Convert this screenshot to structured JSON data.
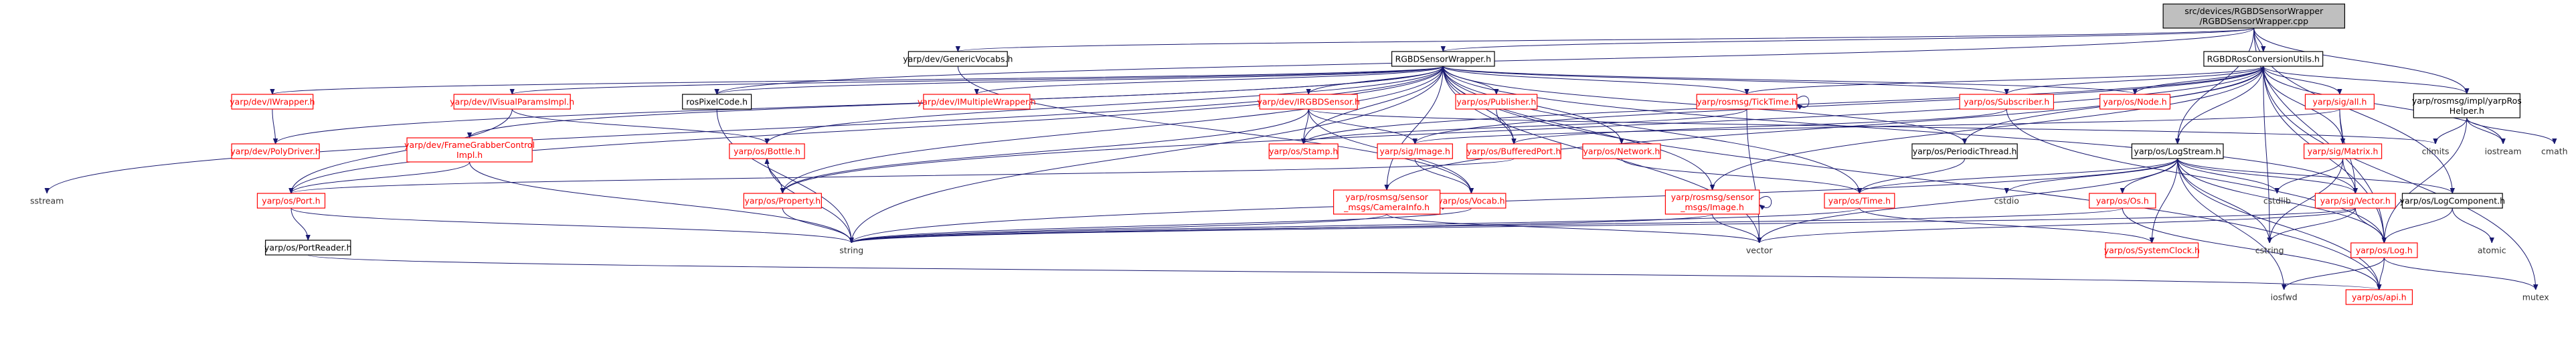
{
  "graph": {
    "root": "src/devices/RGBDSensorWrapper/RGBDSensorWrapper.cpp",
    "colors": {
      "edge": "#191970",
      "linked": "#000000",
      "unlinked": "#ff0000",
      "root_fill": "#bfbfbf"
    },
    "nodes": [
      {
        "id": "root",
        "lines": [
          "src/devices/RGBDSensorWrapper",
          "/RGBDSensorWrapper.cpp"
        ],
        "style": "root"
      },
      {
        "id": "gv",
        "lines": [
          "yarp/dev/GenericVocabs.h"
        ],
        "style": "plain"
      },
      {
        "id": "rsw",
        "lines": [
          "RGBDSensorWrapper.h"
        ],
        "style": "plain"
      },
      {
        "id": "rcu",
        "lines": [
          "RGBDRosConversionUtils.h"
        ],
        "style": "plain"
      },
      {
        "id": "iwrap",
        "lines": [
          "yarp/dev/IWrapper.h"
        ],
        "style": "red"
      },
      {
        "id": "ivis",
        "lines": [
          "yarp/dev/IVisualParamsImpl.h"
        ],
        "style": "red"
      },
      {
        "id": "rospix",
        "lines": [
          "rosPixelCode.h"
        ],
        "style": "plain"
      },
      {
        "id": "imw",
        "lines": [
          "yarp/dev/IMultipleWrapper.h"
        ],
        "style": "red"
      },
      {
        "id": "irgbd",
        "lines": [
          "yarp/dev/IRGBDSensor.h"
        ],
        "style": "red"
      },
      {
        "id": "pub",
        "lines": [
          "yarp/os/Publisher.h"
        ],
        "style": "red"
      },
      {
        "id": "tick",
        "lines": [
          "yarp/rosmsg/TickTime.h"
        ],
        "style": "red"
      },
      {
        "id": "sub",
        "lines": [
          "yarp/os/Subscriber.h"
        ],
        "style": "red"
      },
      {
        "id": "ynode",
        "lines": [
          "yarp/os/Node.h"
        ],
        "style": "red"
      },
      {
        "id": "sigall",
        "lines": [
          "yarp/sig/all.h"
        ],
        "style": "red"
      },
      {
        "id": "rhelp",
        "lines": [
          "yarp/rosmsg/impl/yarpRos",
          "Helper.h"
        ],
        "style": "plain"
      },
      {
        "id": "poly",
        "lines": [
          "yarp/dev/PolyDriver.h"
        ],
        "style": "red"
      },
      {
        "id": "fgc",
        "lines": [
          "yarp/dev/FrameGrabberControl",
          "Impl.h"
        ],
        "style": "red"
      },
      {
        "id": "bottle",
        "lines": [
          "yarp/os/Bottle.h"
        ],
        "style": "red"
      },
      {
        "id": "stamp",
        "lines": [
          "yarp/os/Stamp.h"
        ],
        "style": "red"
      },
      {
        "id": "sigimg",
        "lines": [
          "yarp/sig/Image.h"
        ],
        "style": "red"
      },
      {
        "id": "bport",
        "lines": [
          "yarp/os/BufferedPort.h"
        ],
        "style": "red"
      },
      {
        "id": "net",
        "lines": [
          "yarp/os/Network.h"
        ],
        "style": "red"
      },
      {
        "id": "pthread",
        "lines": [
          "yarp/os/PeriodicThread.h"
        ],
        "style": "plain"
      },
      {
        "id": "logstream",
        "lines": [
          "yarp/os/LogStream.h"
        ],
        "style": "plain"
      },
      {
        "id": "matrix",
        "lines": [
          "yarp/sig/Matrix.h"
        ],
        "style": "red"
      },
      {
        "id": "climits",
        "lines": [
          "climits"
        ],
        "style": "ext"
      },
      {
        "id": "iostream",
        "lines": [
          "iostream"
        ],
        "style": "ext"
      },
      {
        "id": "cmath",
        "lines": [
          "cmath"
        ],
        "style": "ext"
      },
      {
        "id": "sstream",
        "lines": [
          "sstream"
        ],
        "style": "ext"
      },
      {
        "id": "port",
        "lines": [
          "yarp/os/Port.h"
        ],
        "style": "red"
      },
      {
        "id": "prop",
        "lines": [
          "yarp/os/Property.h"
        ],
        "style": "red"
      },
      {
        "id": "vocab",
        "lines": [
          "yarp/os/Vocab.h"
        ],
        "style": "red"
      },
      {
        "id": "caminfo",
        "lines": [
          "yarp/rosmsg/sensor",
          "_msgs/CameraInfo.h"
        ],
        "style": "red"
      },
      {
        "id": "rimg",
        "lines": [
          "yarp/rosmsg/sensor",
          "_msgs/Image.h"
        ],
        "style": "red"
      },
      {
        "id": "ytime",
        "lines": [
          "yarp/os/Time.h"
        ],
        "style": "red"
      },
      {
        "id": "cstdio",
        "lines": [
          "cstdio"
        ],
        "style": "ext"
      },
      {
        "id": "yos",
        "lines": [
          "yarp/os/Os.h"
        ],
        "style": "red"
      },
      {
        "id": "cstdlib",
        "lines": [
          "cstdlib"
        ],
        "style": "ext"
      },
      {
        "id": "sigvec",
        "lines": [
          "yarp/sig/Vector.h"
        ],
        "style": "red"
      },
      {
        "id": "logcomp",
        "lines": [
          "yarp/os/LogComponent.h"
        ],
        "style": "plain"
      },
      {
        "id": "preader",
        "lines": [
          "yarp/os/PortReader.h"
        ],
        "style": "plain"
      },
      {
        "id": "string",
        "lines": [
          "string"
        ],
        "style": "ext"
      },
      {
        "id": "vector",
        "lines": [
          "vector"
        ],
        "style": "ext"
      },
      {
        "id": "sysclock",
        "lines": [
          "yarp/os/SystemClock.h"
        ],
        "style": "red"
      },
      {
        "id": "cstring",
        "lines": [
          "cstring"
        ],
        "style": "ext"
      },
      {
        "id": "ylog",
        "lines": [
          "yarp/os/Log.h"
        ],
        "style": "red"
      },
      {
        "id": "atomic",
        "lines": [
          "atomic"
        ],
        "style": "ext"
      },
      {
        "id": "mutex",
        "lines": [
          "mutex"
        ],
        "style": "ext"
      },
      {
        "id": "iosfwd",
        "lines": [
          "iosfwd"
        ],
        "style": "ext"
      },
      {
        "id": "api",
        "lines": [
          "yarp/os/api.h"
        ],
        "style": "red"
      }
    ],
    "edges": [
      [
        "root",
        "gv"
      ],
      [
        "root",
        "rsw"
      ],
      [
        "root",
        "rcu"
      ],
      [
        "root",
        "logstream"
      ],
      [
        "root",
        "ylog"
      ],
      [
        "root",
        "logcomp"
      ],
      [
        "root",
        "rhelp"
      ],
      [
        "root",
        "rospix"
      ],
      [
        "gv",
        "vocab"
      ],
      [
        "rsw",
        "iwrap"
      ],
      [
        "rsw",
        "ivis"
      ],
      [
        "rsw",
        "rospix"
      ],
      [
        "rsw",
        "imw"
      ],
      [
        "rsw",
        "irgbd"
      ],
      [
        "rsw",
        "pub"
      ],
      [
        "rsw",
        "tick"
      ],
      [
        "rsw",
        "sub"
      ],
      [
        "rsw",
        "ynode"
      ],
      [
        "rsw",
        "poly"
      ],
      [
        "rsw",
        "fgc"
      ],
      [
        "rsw",
        "bottle"
      ],
      [
        "rsw",
        "stamp"
      ],
      [
        "rsw",
        "bport"
      ],
      [
        "rsw",
        "net"
      ],
      [
        "rsw",
        "pthread"
      ],
      [
        "rsw",
        "sstream"
      ],
      [
        "rsw",
        "port"
      ],
      [
        "rsw",
        "prop"
      ],
      [
        "rsw",
        "caminfo"
      ],
      [
        "rsw",
        "rimg"
      ],
      [
        "rsw",
        "ytime"
      ],
      [
        "rsw",
        "vector"
      ],
      [
        "rsw",
        "sigvec"
      ],
      [
        "rsw",
        "string"
      ],
      [
        "rsw",
        "api"
      ],
      [
        "rcu",
        "sigall"
      ],
      [
        "rcu",
        "rhelp"
      ],
      [
        "rcu",
        "tick"
      ],
      [
        "rcu",
        "sub"
      ],
      [
        "rcu",
        "ynode"
      ],
      [
        "rcu",
        "stamp"
      ],
      [
        "rcu",
        "sigimg"
      ],
      [
        "rcu",
        "caminfo"
      ],
      [
        "rcu",
        "rimg"
      ],
      [
        "rcu",
        "pthread"
      ],
      [
        "rcu",
        "logstream"
      ],
      [
        "rcu",
        "matrix"
      ],
      [
        "rcu",
        "iostream"
      ],
      [
        "rcu",
        "cstring"
      ],
      [
        "rcu",
        "mutex"
      ],
      [
        "rcu",
        "ylog"
      ],
      [
        "rcu",
        "prop"
      ],
      [
        "iwrap",
        "poly"
      ],
      [
        "ivis",
        "bottle"
      ],
      [
        "ivis",
        "port"
      ],
      [
        "rospix",
        "string"
      ],
      [
        "irgbd",
        "stamp"
      ],
      [
        "irgbd",
        "sigimg"
      ],
      [
        "irgbd",
        "prop"
      ],
      [
        "irgbd",
        "vocab"
      ],
      [
        "irgbd",
        "climits"
      ],
      [
        "pub",
        "bport"
      ],
      [
        "tick",
        "tick"
      ],
      [
        "tick",
        "vector"
      ],
      [
        "tick",
        "stamp"
      ],
      [
        "sub",
        "bport"
      ],
      [
        "sub",
        "ylog"
      ],
      [
        "sigall",
        "sigimg"
      ],
      [
        "sigall",
        "matrix"
      ],
      [
        "sigall",
        "sigvec"
      ],
      [
        "rhelp",
        "climits"
      ],
      [
        "rhelp",
        "iostream"
      ],
      [
        "rhelp",
        "cmath"
      ],
      [
        "rhelp",
        "ylog"
      ],
      [
        "fgc",
        "port"
      ],
      [
        "fgc",
        "string"
      ],
      [
        "bottle",
        "prop"
      ],
      [
        "bottle",
        "string"
      ],
      [
        "sigimg",
        "vocab"
      ],
      [
        "bport",
        "port"
      ],
      [
        "net",
        "ytime"
      ],
      [
        "pthread",
        "ytime"
      ],
      [
        "logstream",
        "cstdio"
      ],
      [
        "logstream",
        "yos"
      ],
      [
        "logstream",
        "cstdlib"
      ],
      [
        "logstream",
        "sigvec"
      ],
      [
        "logstream",
        "logcomp"
      ],
      [
        "logstream",
        "string"
      ],
      [
        "logstream",
        "vector"
      ],
      [
        "logstream",
        "sysclock"
      ],
      [
        "logstream",
        "cstring"
      ],
      [
        "logstream",
        "ylog"
      ],
      [
        "logstream",
        "iosfwd"
      ],
      [
        "logstream",
        "api"
      ],
      [
        "logstream",
        "ytime"
      ],
      [
        "matrix",
        "sigvec"
      ],
      [
        "matrix",
        "cstdlib"
      ],
      [
        "matrix",
        "cstring"
      ],
      [
        "port",
        "preader"
      ],
      [
        "port",
        "string"
      ],
      [
        "prop",
        "string"
      ],
      [
        "prop",
        "bottle"
      ],
      [
        "vocab",
        "string"
      ],
      [
        "caminfo",
        "caminfo"
      ],
      [
        "caminfo",
        "string"
      ],
      [
        "caminfo",
        "vector"
      ],
      [
        "rimg",
        "rimg"
      ],
      [
        "rimg",
        "string"
      ],
      [
        "rimg",
        "vector"
      ],
      [
        "ytime",
        "string"
      ],
      [
        "ytime",
        "sysclock"
      ],
      [
        "yos",
        "string"
      ],
      [
        "yos",
        "api"
      ],
      [
        "sigvec",
        "string"
      ],
      [
        "sigvec",
        "vector"
      ],
      [
        "sigvec",
        "cstring"
      ],
      [
        "sigvec",
        "ylog"
      ],
      [
        "logcomp",
        "ylog"
      ],
      [
        "logcomp",
        "atomic"
      ],
      [
        "preader",
        "api"
      ],
      [
        "ylog",
        "api"
      ],
      [
        "ylog",
        "iosfwd"
      ],
      [
        "ylog",
        "mutex"
      ]
    ]
  }
}
